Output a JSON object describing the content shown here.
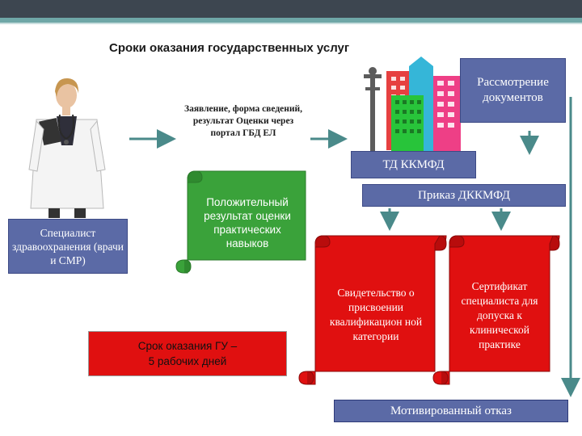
{
  "title": "Сроки оказания государственных услуг",
  "specialist_label": "Специалист здравоохранения (врачи и СМР)",
  "application_text": "Заявление, форма сведений, результат Оценки через портал ГБД ЕЛ",
  "positive_result_text": "Положительный результат оценки практических навыков",
  "review_text": "Рассмотрение документов",
  "td_text": "ТД ККМФД",
  "order_text": "Приказ ДККМФД",
  "certificate_category_text": "Свидетельство о присвоении квалификацион ной категории",
  "certificate_specialist_text": "Сертификат специалиста для допуска к клинической практике",
  "term_text": "Срок оказания ГУ –\n5 рабочих дней",
  "refusal_text": "Мотивированный отказ",
  "colors": {
    "box_blue": "#5b6aa6",
    "scroll_red": "#e01010",
    "scroll_green": "#3aa23a",
    "arrow_teal": "#4a8a8a"
  },
  "icons": [
    "doctor-image",
    "buildings-image"
  ]
}
